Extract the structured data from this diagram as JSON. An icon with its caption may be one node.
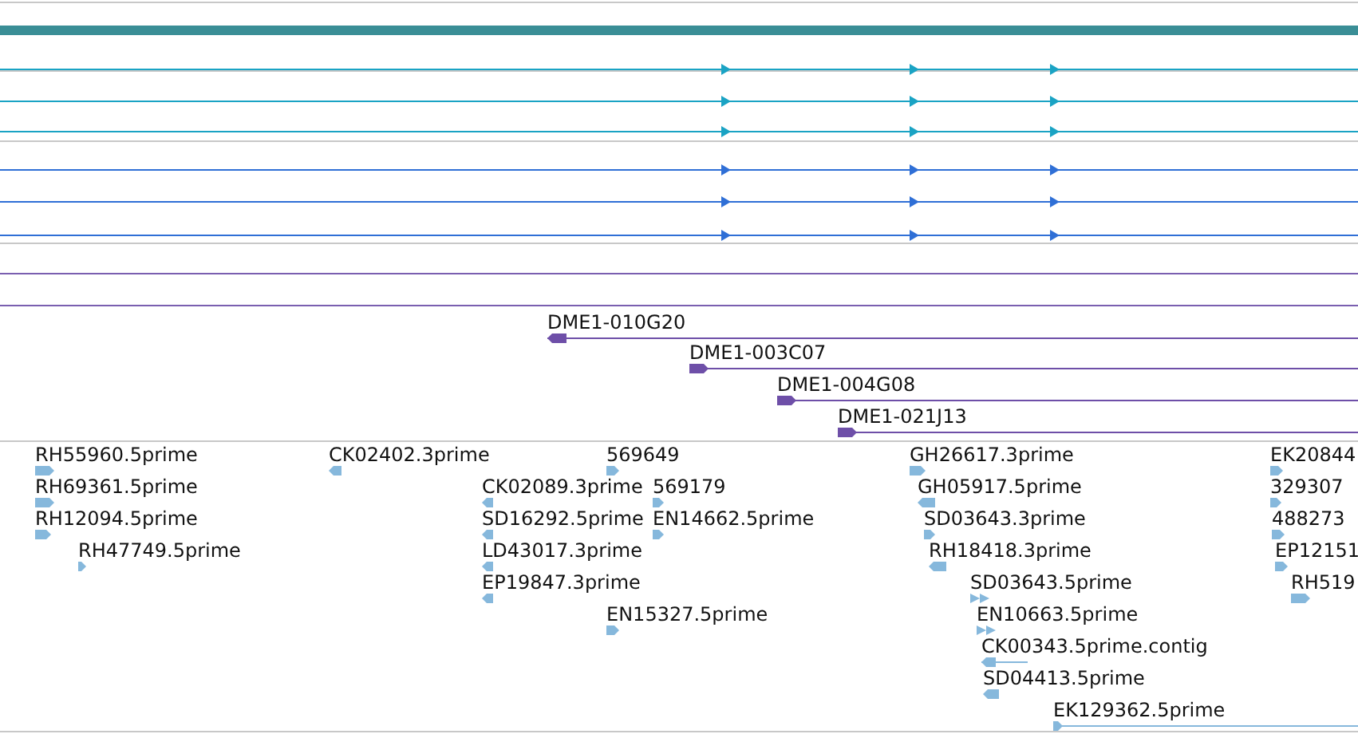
{
  "diagram": {
    "labels": [
      "DME1-010G20",
      "DME1-003C07",
      "DME1-004G08",
      "DME1-021J13",
      "RH55960.5prime",
      "CK02402.3prime",
      "569649",
      "GH26617.3prime",
      "EK20844",
      "RH69361.5prime",
      "CK02089.3prime",
      "569179",
      "GH05917.5prime",
      "329307",
      "RH12094.5prime",
      "SD16292.5prime",
      "EN14662.5prime",
      "SD03643.3prime",
      "488273",
      "RH47749.5prime",
      "LD43017.3prime",
      "RH18418.3prime",
      "EP12151",
      "EP19847.3prime",
      "SD03643.5prime",
      "RH519",
      "EN15327.5prime",
      "EN10663.5prime",
      "CK00343.5prime.contig",
      "SD04413.5prime",
      "EK129362.5prime"
    ]
  }
}
